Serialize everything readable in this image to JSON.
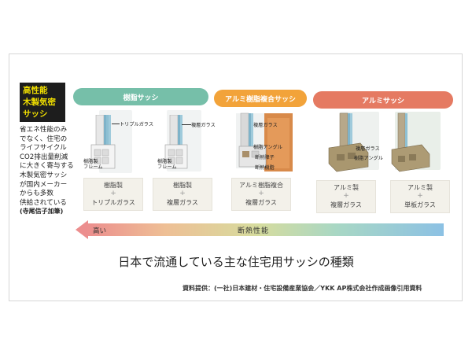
{
  "side": {
    "badge": [
      "高性能",
      "木製気密",
      "サッシ"
    ],
    "description": [
      "省エネ性能のみ",
      "でなく、住宅の",
      "ライフサイクル",
      "CO2排出量削減",
      "に大きく寄与する",
      "木製気密サッシ",
      "が国内メーカー",
      "からも多数",
      "供給されている"
    ],
    "credit": "(寺尾信子加筆)"
  },
  "categories": [
    {
      "label": "樹脂サッシ",
      "color": "#76bfa9"
    },
    {
      "label": "アルミ樹脂複合サッシ",
      "color": "#f2a33a"
    },
    {
      "label": "アルミサッシ",
      "color": "#e57a62"
    }
  ],
  "products": [
    {
      "callouts": [
        "トリプルガラス",
        "樹脂製",
        "フレーム"
      ],
      "material": "樹脂製",
      "glass": "トリプルガラス"
    },
    {
      "callouts": [
        "複層ガラス",
        "樹脂製",
        "フレーム"
      ],
      "material": "樹脂製",
      "glass": "複層ガラス"
    },
    {
      "callouts": [
        "複層ガラス",
        "樹脂アングル",
        "断熱障子",
        "断熱樹脂"
      ],
      "material": "アルミ樹脂複合",
      "glass": "複層ガラス"
    },
    {
      "callouts": [
        "複層ガラス",
        "樹脂アングル"
      ],
      "material": "アルミ製",
      "glass": "複層ガラス"
    },
    {
      "callouts": [],
      "material": "アルミ製",
      "glass": "単板ガラス"
    }
  ],
  "plus_sign": "+",
  "scale": {
    "high": "高い",
    "label": "断熱性能"
  },
  "title": "日本で流通している主な住宅用サッシの種類",
  "source": "資料提供：(一社)日本建材・住宅設備産業協会／YKK AP株式会社作成画像引用資料"
}
